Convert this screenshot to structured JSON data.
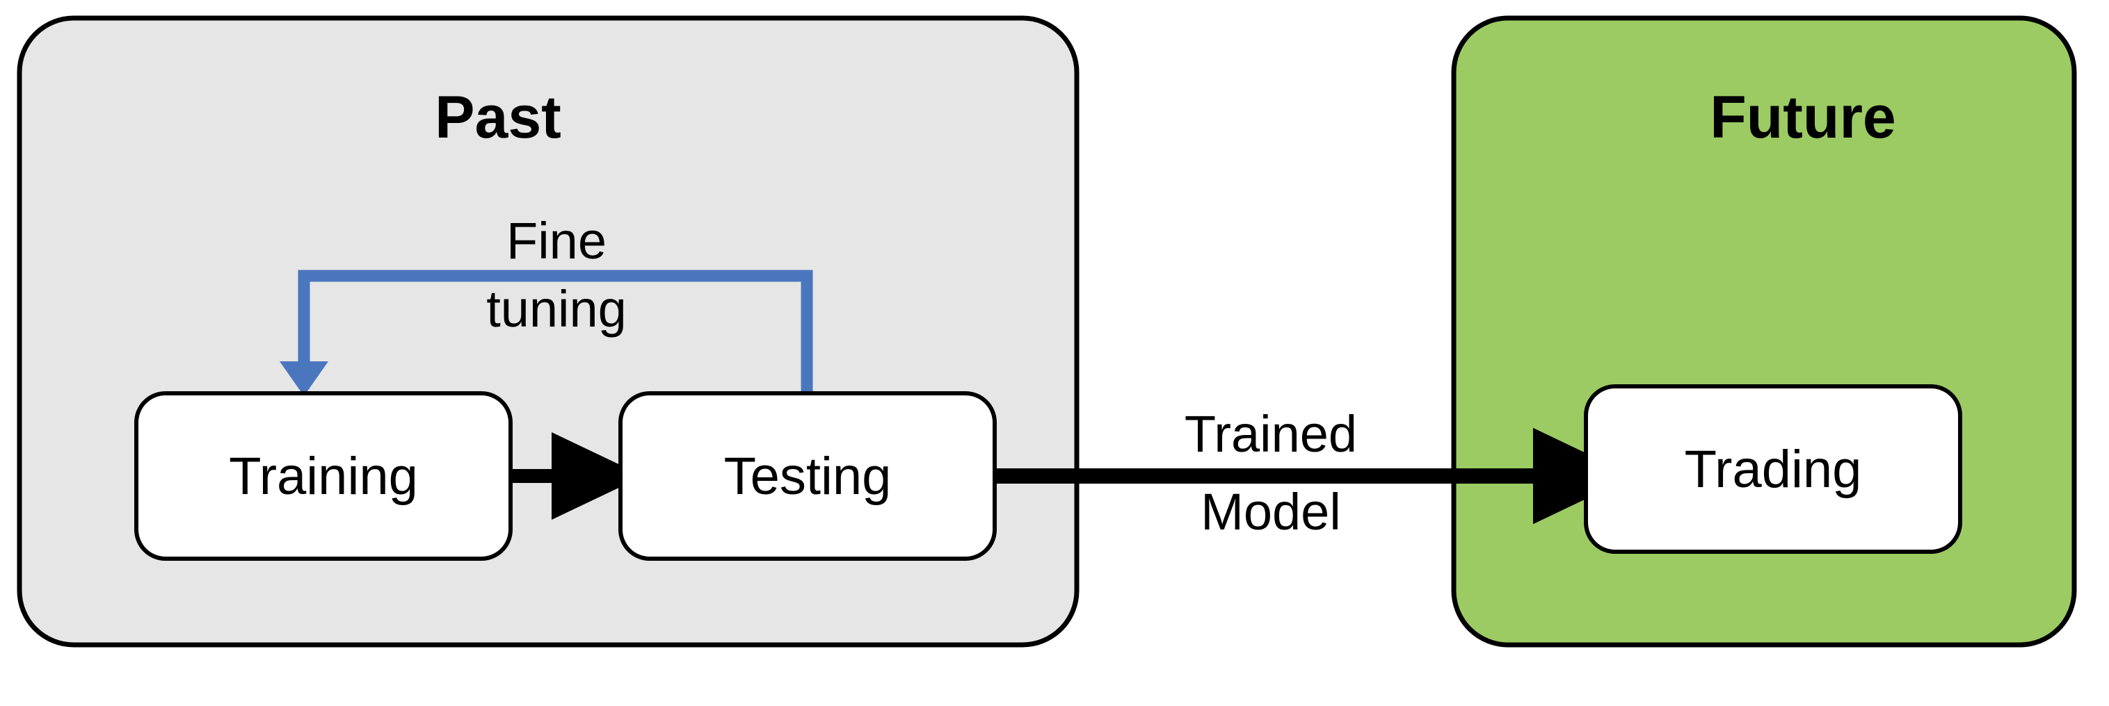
{
  "diagram": {
    "type": "flowchart",
    "background": "#FFFFFF",
    "groups": [
      {
        "id": "past",
        "title": "Past",
        "fill": "#E6E6E6",
        "stroke": "#000000"
      },
      {
        "id": "future",
        "title": "Future",
        "fill": "#9CCB63",
        "stroke": "#000000"
      }
    ],
    "nodes": [
      {
        "id": "training",
        "label": "Training",
        "fill": "#FFFFFF",
        "stroke": "#000000",
        "group": "past"
      },
      {
        "id": "testing",
        "label": "Testing",
        "fill": "#FFFFFF",
        "stroke": "#000000",
        "group": "past"
      },
      {
        "id": "trading",
        "label": "Trading",
        "fill": "#FFFFFF",
        "stroke": "#000000",
        "group": "future"
      }
    ],
    "edges": [
      {
        "id": "train-to-test",
        "label": "",
        "from": "training",
        "to": "testing",
        "color": "#000000"
      },
      {
        "id": "fine-tuning",
        "label": "Fine tuning",
        "label_line1": "Fine",
        "label_line2": "tuning",
        "from": "testing",
        "to": "training",
        "color": "#4A76BE"
      },
      {
        "id": "trained-model",
        "label": "Trained Model",
        "label_line1": "Trained",
        "label_line2": "Model",
        "from": "testing",
        "to": "trading",
        "color": "#000000"
      }
    ]
  },
  "colors": {
    "past_fill": "#E6E6E6",
    "future_fill": "#9CCB63",
    "node_fill": "#FFFFFF",
    "outline": "#000000",
    "accent_blue": "#4A76BE"
  }
}
